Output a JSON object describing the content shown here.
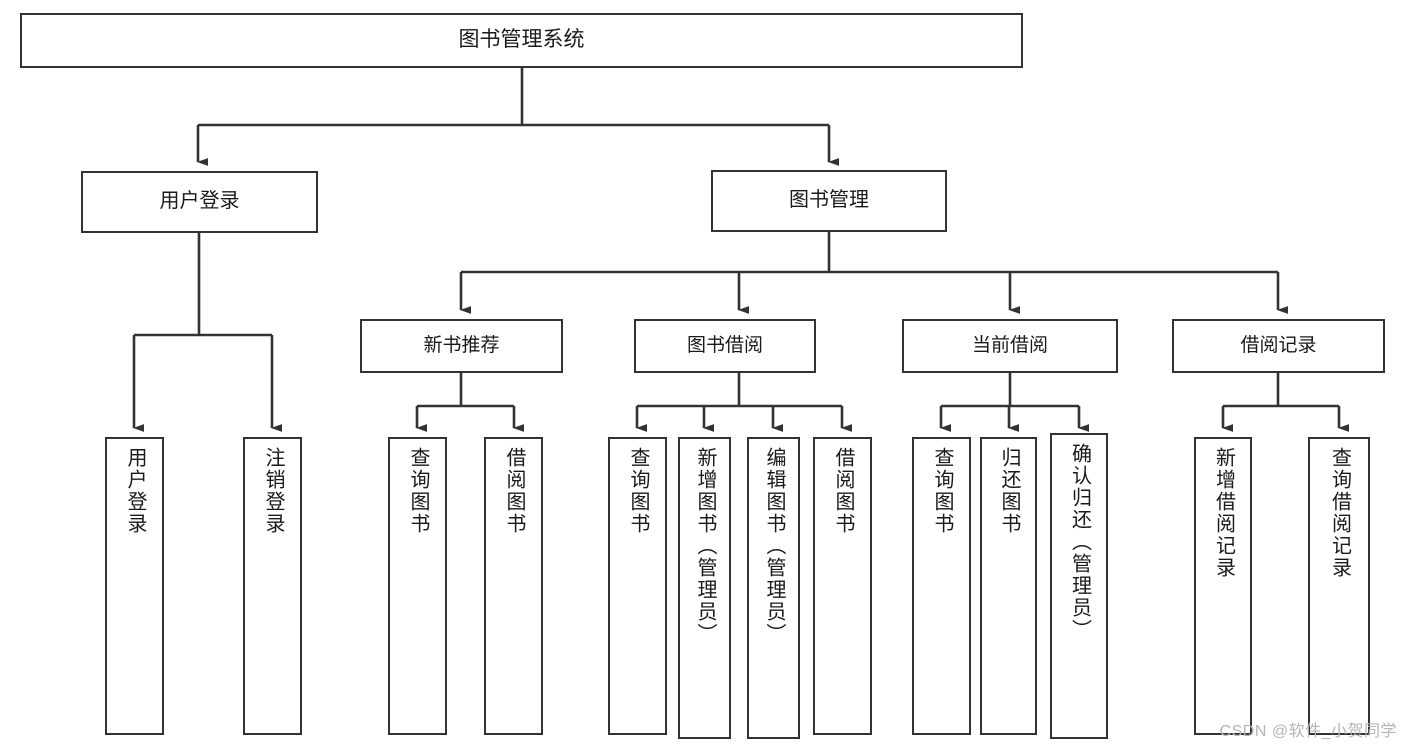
{
  "diagram": {
    "title": "图书管理系统",
    "watermark": "CSDN @软件_小贺同学",
    "colors": {
      "stroke": "#333333",
      "fill": "#ffffff",
      "text": "#1a1a1a",
      "watermark": "#b5b5b5"
    },
    "root": {
      "label": "图书管理系统"
    },
    "level1": [
      {
        "label": "用户登录"
      },
      {
        "label": "图书管理"
      }
    ],
    "level2": [
      {
        "label": "新书推荐"
      },
      {
        "label": "图书借阅"
      },
      {
        "label": "当前借阅"
      },
      {
        "label": "借阅记录"
      }
    ],
    "leaves": {
      "user_login": [
        {
          "label": "用户登录"
        },
        {
          "label": "注销登录"
        }
      ],
      "new_book_recommend": [
        {
          "label": "查询图书"
        },
        {
          "label": "借阅图书"
        }
      ],
      "book_borrow": [
        {
          "label": "查询图书"
        },
        {
          "label": "新增图书（管理员）"
        },
        {
          "label": "编辑图书（管理员）"
        },
        {
          "label": "借阅图书"
        }
      ],
      "current_borrow": [
        {
          "label": "查询图书"
        },
        {
          "label": "归还图书"
        },
        {
          "label": "确认归还（管理员）"
        }
      ],
      "borrow_record": [
        {
          "label": "新增借阅记录"
        },
        {
          "label": "查询借阅记录"
        }
      ]
    }
  }
}
